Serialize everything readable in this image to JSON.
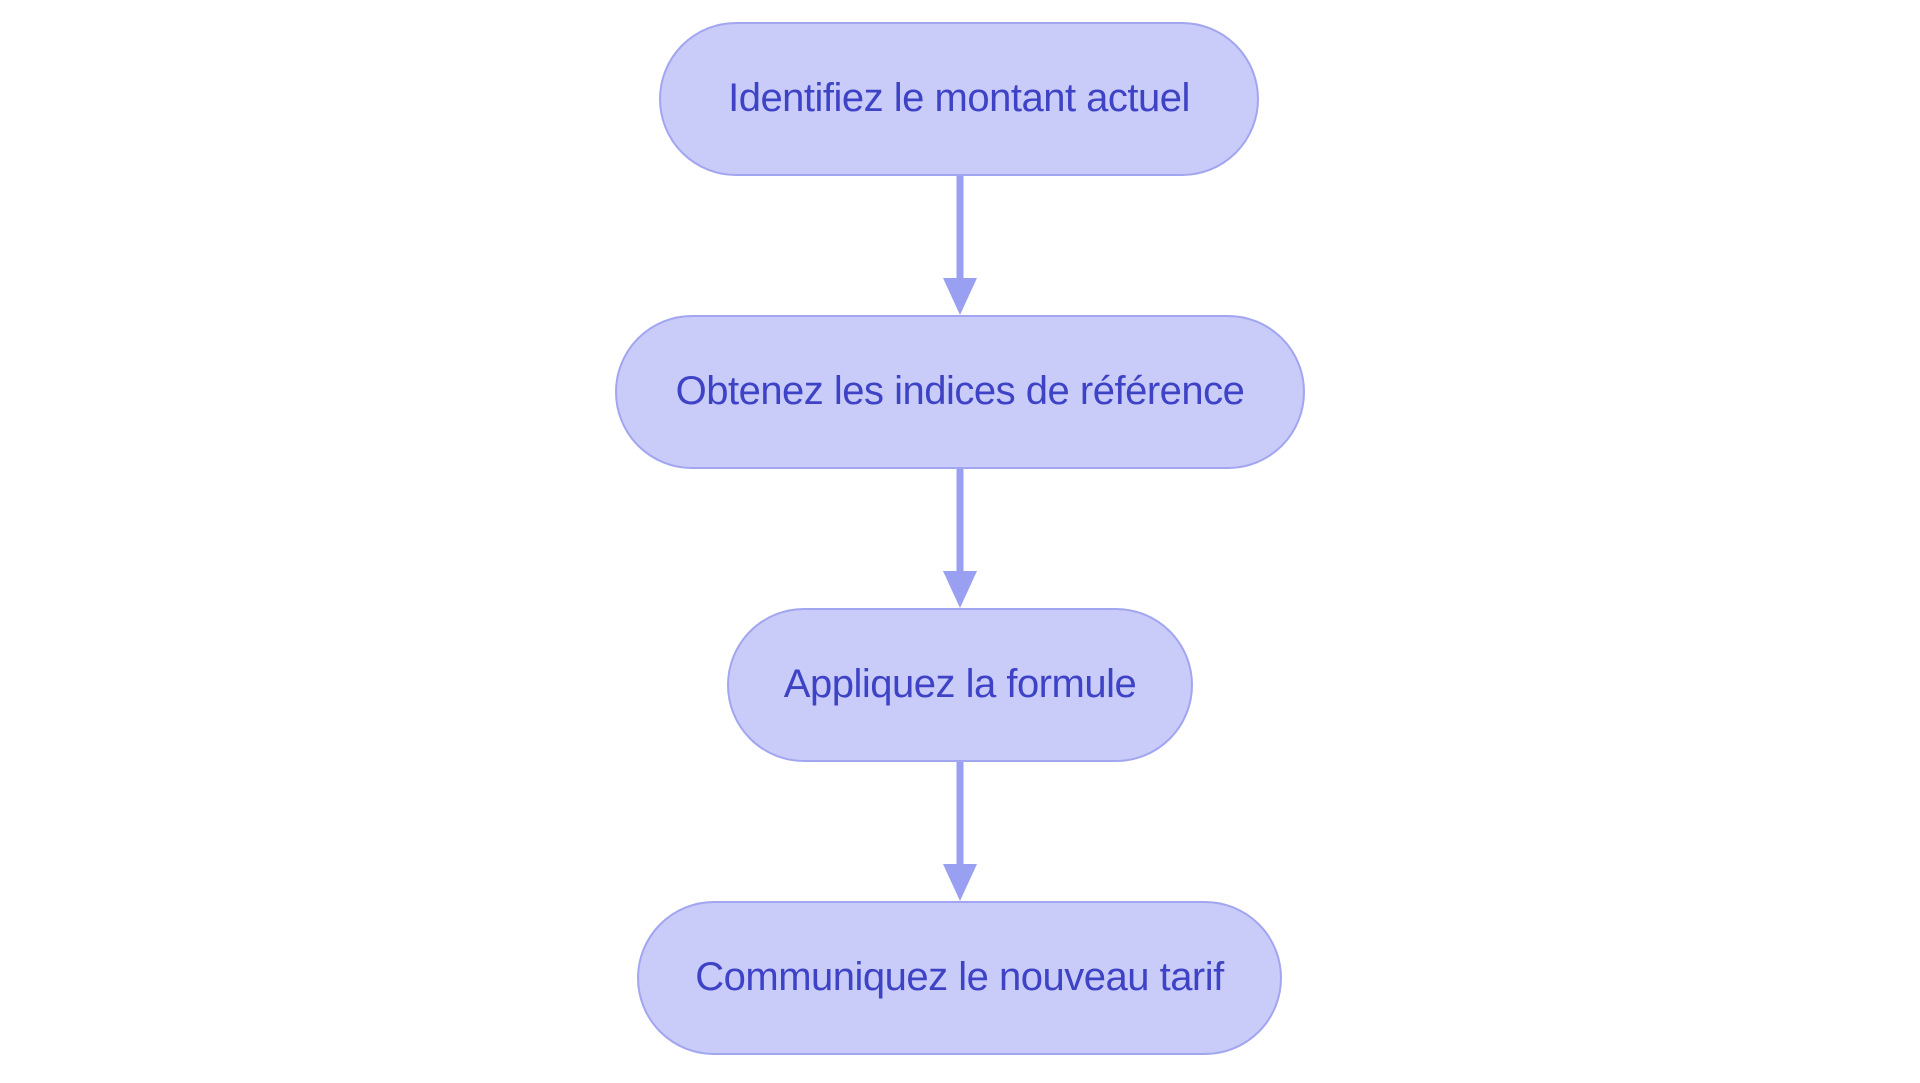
{
  "diagram": {
    "type": "flowchart",
    "direction": "top-down",
    "steps": [
      {
        "id": 1,
        "label": "Identifiez le montant actuel"
      },
      {
        "id": 2,
        "label": "Obtenez les indices de référence"
      },
      {
        "id": 3,
        "label": "Appliquez la formule"
      },
      {
        "id": 4,
        "label": "Communiquez le nouveau tarif"
      }
    ],
    "connections": [
      {
        "from": 1,
        "to": 2
      },
      {
        "from": 2,
        "to": 3
      },
      {
        "from": 3,
        "to": 4
      }
    ],
    "colors": {
      "background": "#ffffff",
      "node_fill": "#c9cbf8",
      "node_border": "#a2a6f0",
      "arrow": "#9aa0f1",
      "text": "#3e43c6"
    }
  }
}
